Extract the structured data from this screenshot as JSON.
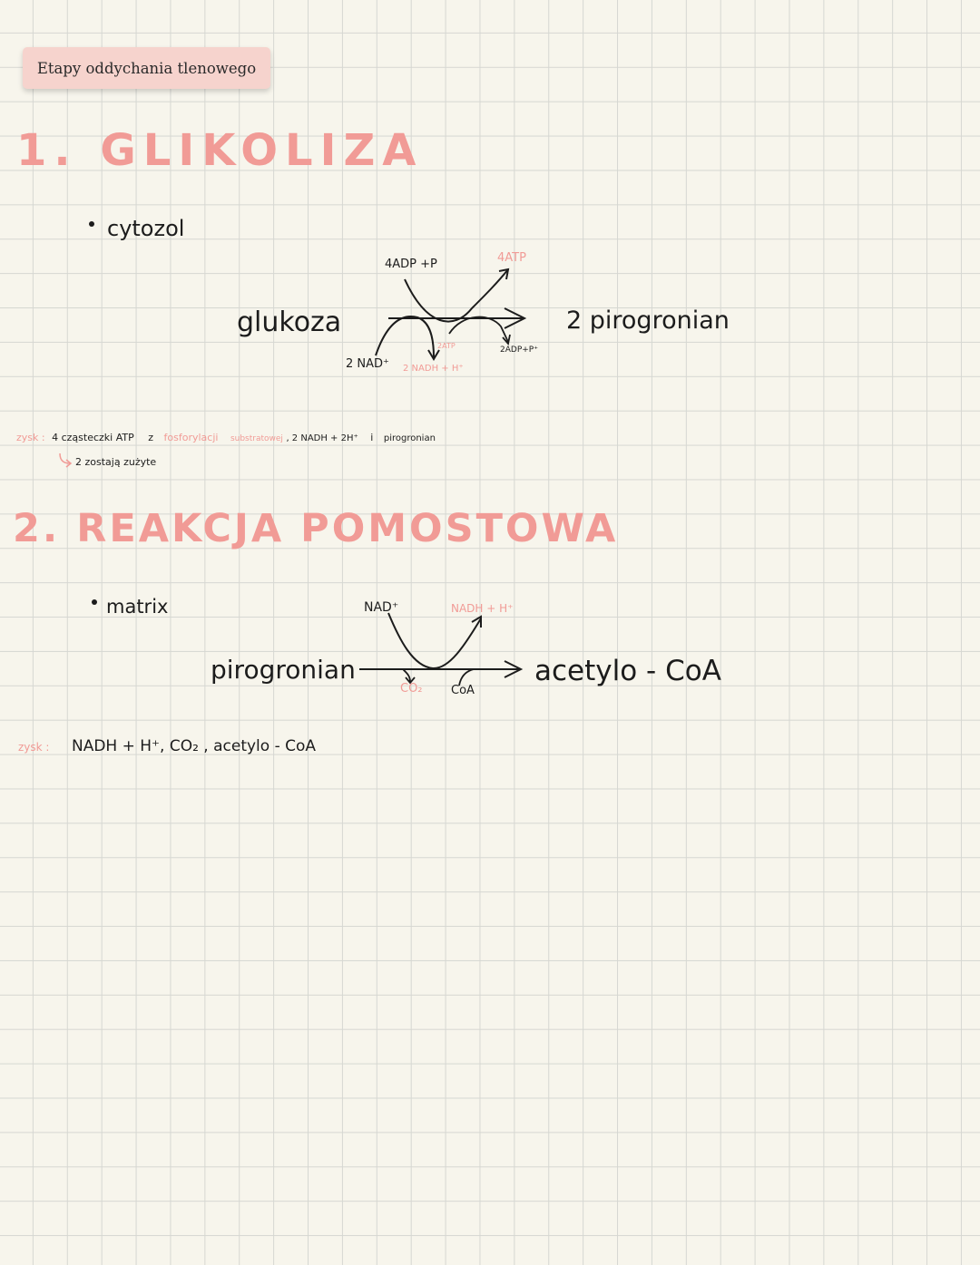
{
  "tag": {
    "label": "Etapy oddychania tlenowego"
  },
  "section1": {
    "heading": "1. GLIKOLIZA",
    "bullet": "cytozol",
    "diagram": {
      "substrate": "glukoza",
      "product": "2 pirogronian",
      "in_top": "4ADP +P",
      "out_top": "4ATP",
      "in_bottom": "2 NAD⁺",
      "out_bottom": "2 NADH + H⁺",
      "mid_small": "2ATP",
      "right_small": "2ADP+P⁺"
    },
    "yield": {
      "label": "zysk :",
      "t1": "4 cząsteczki ATP",
      "t2": "z",
      "t3": "fosforylacji",
      "t4": "substratowej",
      "t5": ", 2 NADH + 2H⁺",
      "t6": "i",
      "t7": "pirogronian",
      "note": "2 zostają zużyte"
    }
  },
  "section2": {
    "heading": "2. REAKCJA  POMOSTOWA",
    "bullet": "matrix",
    "diagram": {
      "substrate": "pirogronian",
      "product": "acetylo - CoA",
      "in_top": "NAD⁺",
      "out_top": "NADH + H⁺",
      "out_bottom": "CO₂",
      "in_bottom": "CoA"
    },
    "yield": {
      "label": "zysk :",
      "text": "NADH + H⁺, CO₂ , acetylo - CoA"
    }
  },
  "colors": {
    "accent": "#f19b96",
    "tag_bg": "#f6d3cd",
    "grid": "#d6d7d2",
    "paper": "#f7f5ec"
  }
}
